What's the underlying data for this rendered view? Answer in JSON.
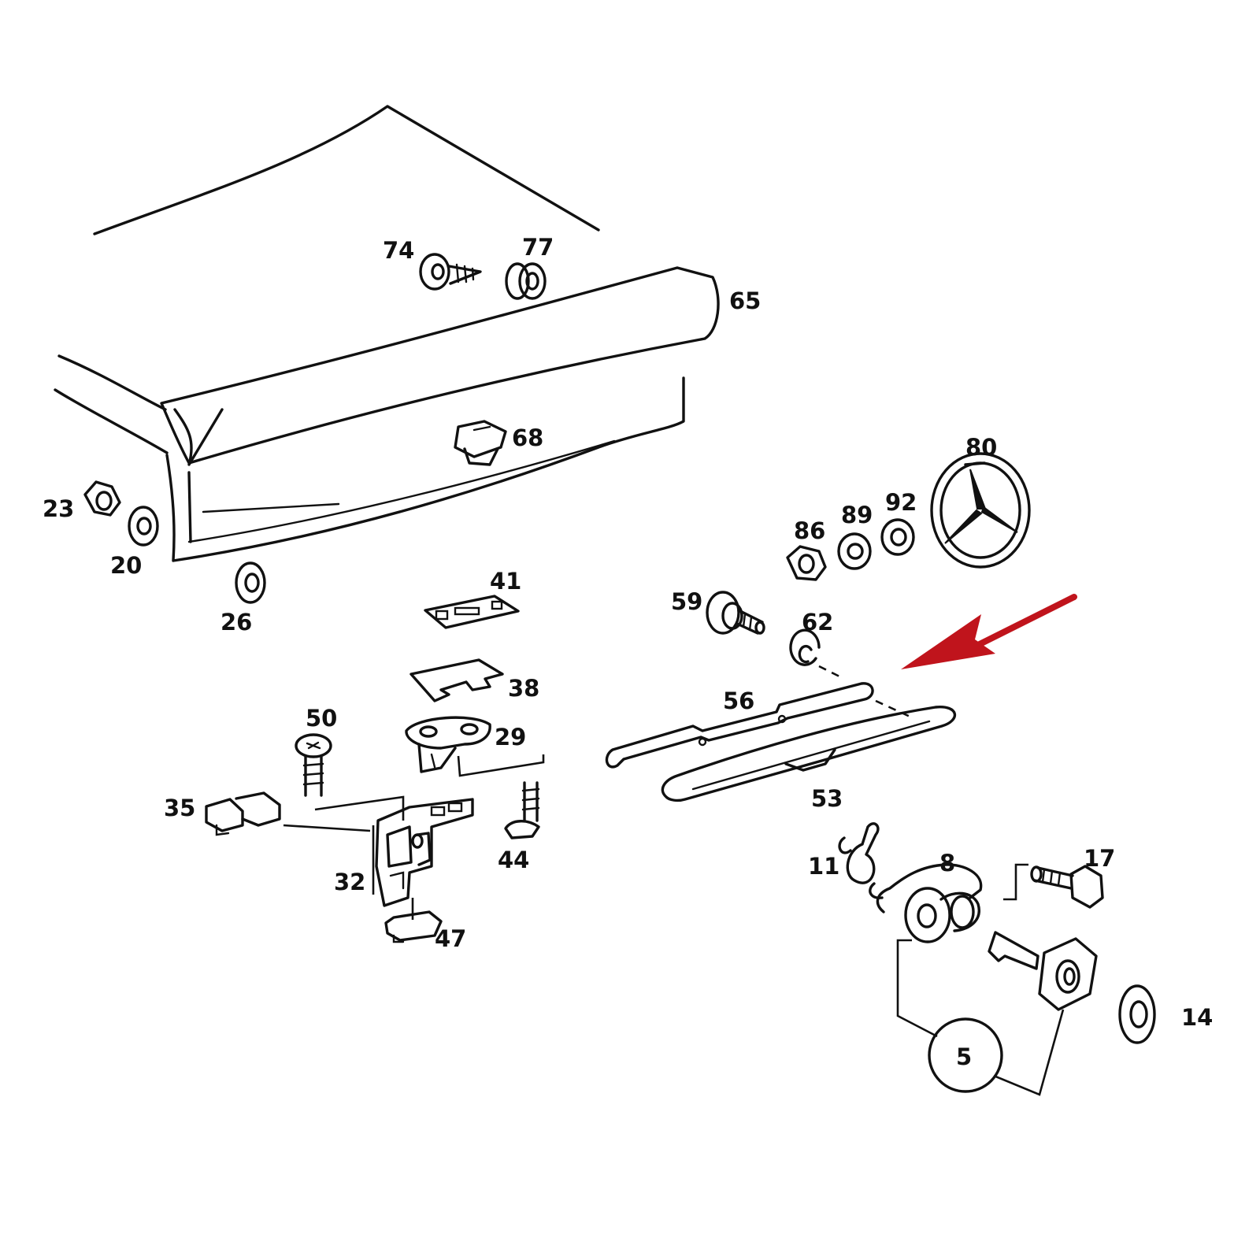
{
  "diagram": {
    "accent_color": "#c0141c",
    "callouts": {
      "p74": "74",
      "p77": "77",
      "p65": "65",
      "p68": "68",
      "p23": "23",
      "p20": "20",
      "p26": "26",
      "p41": "41",
      "p38": "38",
      "p29": "29",
      "p50": "50",
      "p35": "35",
      "p32": "32",
      "p44": "44",
      "p47": "47",
      "p80": "80",
      "p86": "86",
      "p89": "89",
      "p92": "92",
      "p59": "59",
      "p62": "62",
      "p56": "56",
      "p53": "53",
      "p11": "11",
      "p8": "8",
      "p17": "17",
      "p14": "14",
      "p5": "5"
    }
  }
}
